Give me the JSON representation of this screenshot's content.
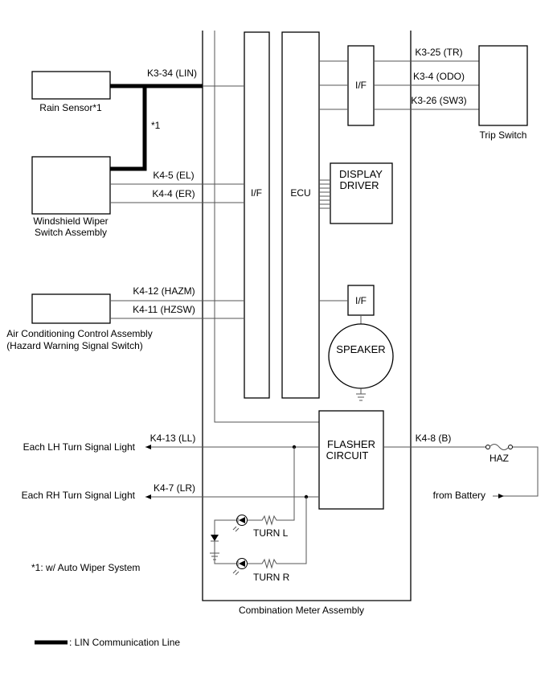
{
  "components": {
    "rain_sensor": "Rain Sensor*1",
    "wiper_switch": [
      "Windshield Wiper",
      "Switch Assembly"
    ],
    "ac_control": [
      "Air Conditioning Control Assembly",
      "(Hazard Warning Signal Switch)"
    ],
    "trip_switch": "Trip Switch",
    "meter_assembly": "Combination Meter Assembly",
    "if_main": "I/F",
    "ecu": "ECU",
    "if_trip": "I/F",
    "display_driver": [
      "DISPLAY",
      "DRIVER"
    ],
    "if_speaker": "I/F",
    "speaker": "SPEAKER",
    "flasher": [
      "FLASHER",
      "CIRCUIT"
    ],
    "haz_fuse": "HAZ",
    "from_battery": "from Battery",
    "lh_light": "Each LH Turn Signal Light",
    "rh_light": "Each RH Turn Signal Light",
    "turn_l": "TURN L",
    "turn_r": "TURN R"
  },
  "terminals": {
    "lin": "K3-34 (LIN)",
    "tr": "K3-25 (TR)",
    "odo": "K3-4 (ODO)",
    "sw3": "K3-26 (SW3)",
    "el": "K4-5 (EL)",
    "er": "K4-4 (ER)",
    "hazm": "K4-12 (HAZM)",
    "hzsw": "K4-11 (HZSW)",
    "ll": "K4-13 (LL)",
    "lr": "K4-7 (LR)",
    "b": "K4-8 (B)"
  },
  "notes": {
    "star1": "*1",
    "footnote": "*1: w/ Auto Wiper System",
    "legend": ": LIN Communication Line"
  }
}
